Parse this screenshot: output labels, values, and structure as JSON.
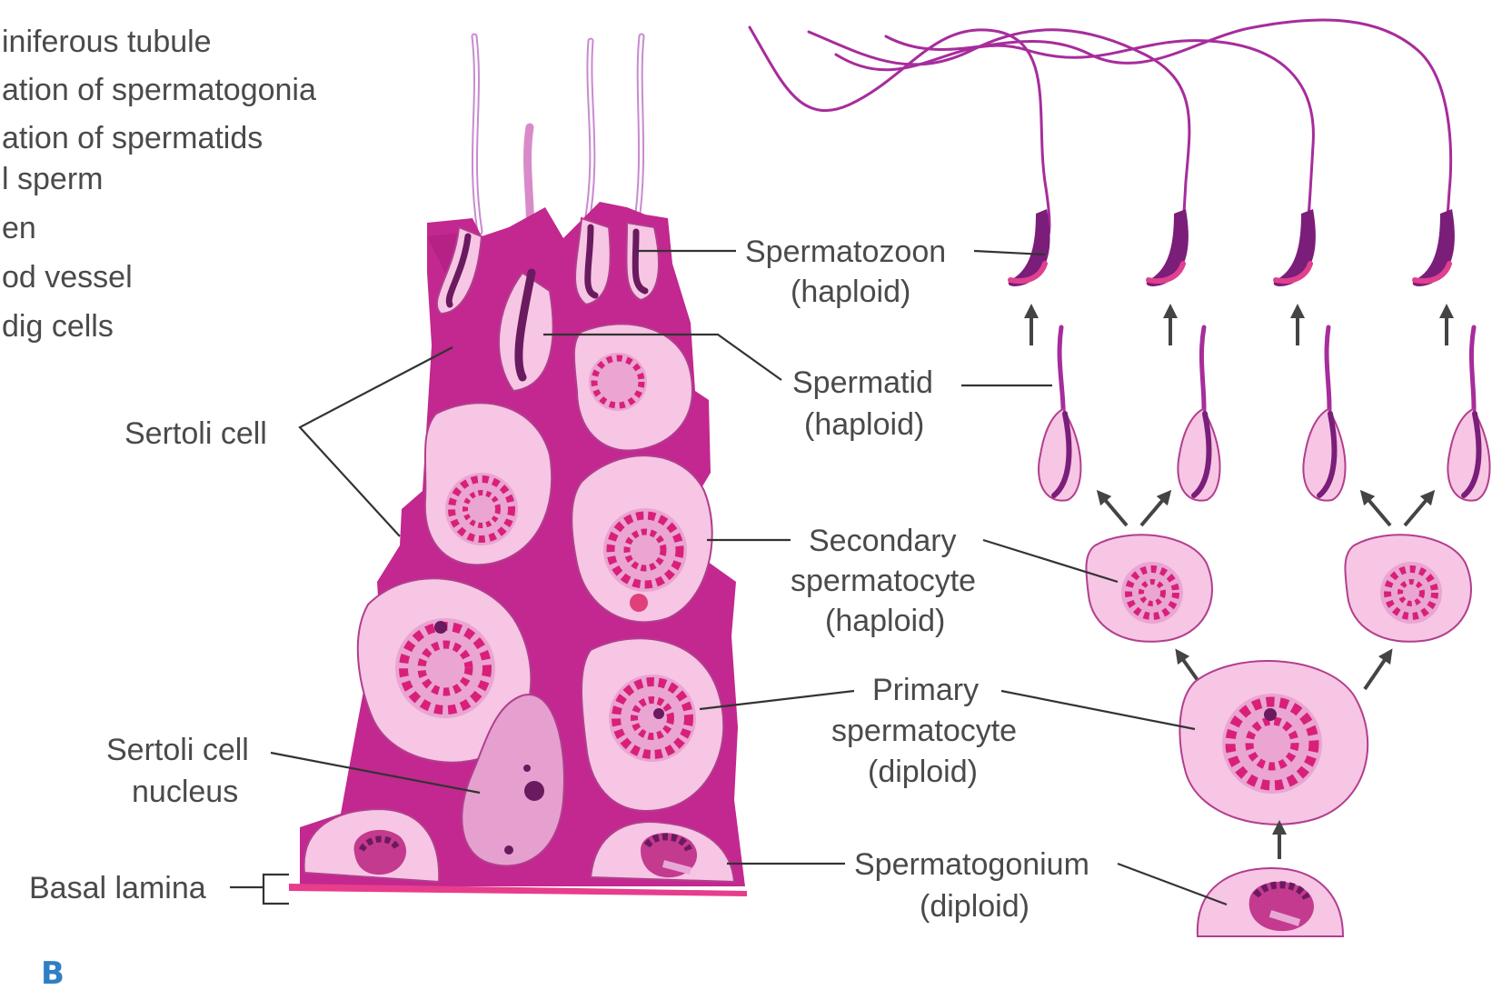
{
  "colors": {
    "tissue": "#c2288f",
    "tissue_dark": "#a8197a",
    "cell_fill": "#f6c6e4",
    "cell_edge": "#b23e8e",
    "chromatin": "#d8207a",
    "nucleus_dark": "#6a1a5e",
    "basal": "#e83c8c",
    "tail": "#a72c9c",
    "arrow": "#444444",
    "panel_letter": "#2f7fc4"
  },
  "legend": [
    "iniferous tubule",
    "ation of spermatogonia",
    "ation of spermatids",
    "l sperm",
    "en",
    "od vessel",
    "dig cells"
  ],
  "labels": {
    "sertoli_cell": "Sertoli cell",
    "sertoli_nucleus_1": "Sertoli cell",
    "sertoli_nucleus_2": "nucleus",
    "basal_lamina": "Basal lamina",
    "spermatozoon_1": "Spermatozoon",
    "spermatozoon_2": "(haploid)",
    "spermatid_1": "Spermatid",
    "spermatid_2": "(haploid)",
    "secondary_1": "Secondary",
    "secondary_2": "spermatocyte",
    "secondary_3": "(haploid)",
    "primary_1": "Primary",
    "primary_2": "spermatocyte",
    "primary_3": "(diploid)",
    "spermatogonium_1": "Spermatogonium",
    "spermatogonium_2": "(diploid)"
  },
  "panel_letter": "B"
}
